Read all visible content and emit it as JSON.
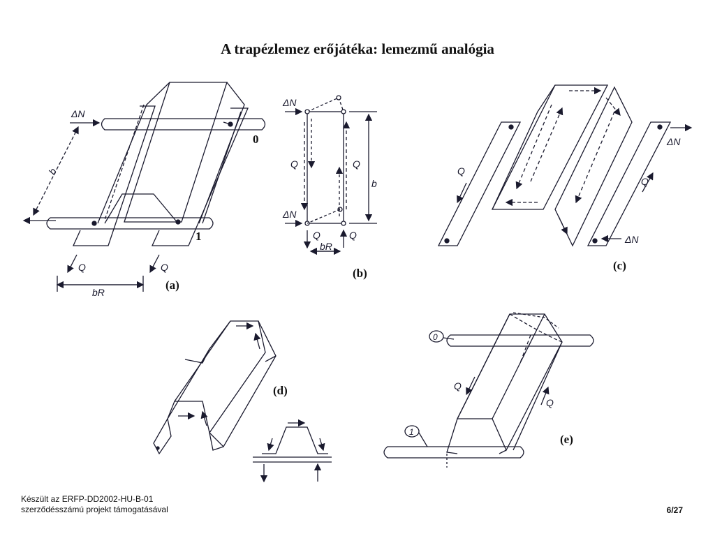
{
  "title": "A trapézlemez erőjátéka: lemezmű analógia",
  "figure": {
    "labels": {
      "a": "(a)",
      "b": "(b)",
      "c": "(c)",
      "d": "(d)",
      "e": "(e)",
      "zero": "0",
      "one": "1"
    },
    "annotations": {
      "dN": "ΔN",
      "q": "Q",
      "b": "b",
      "bR": "bR",
      "circ0": "0",
      "circ1": "1"
    }
  },
  "footer": {
    "credit_line1": "Készült az ERFP-DD2002-HU-B-01",
    "credit_line2": "szerződésszámú projekt támogatásával",
    "page": "6/27"
  },
  "colors": {
    "ink": "#1a1a2e",
    "background": "#ffffff"
  }
}
